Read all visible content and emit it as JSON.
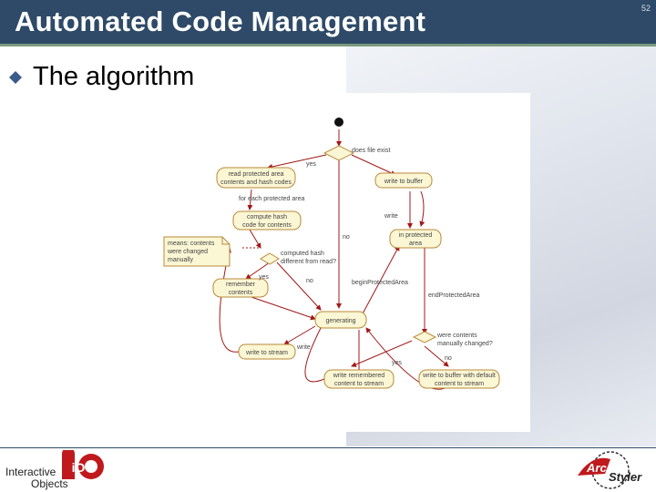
{
  "slide": {
    "title": "Automated Code Management",
    "page_number": "52",
    "bullet_text": "The algorithm"
  },
  "diagram": {
    "nodes": {
      "does_file_exist": "does file exist",
      "read_protected": [
        "read protected area",
        "contents and hash codes"
      ],
      "write_to_buffer": "write to buffer",
      "compute_hash": [
        "compute hash",
        "code for contents"
      ],
      "in_protected": [
        "in protected",
        "area"
      ],
      "note": [
        "means: contents",
        "were changed",
        "manually"
      ],
      "computed_hash_q": [
        "computed hash",
        "different from read?"
      ],
      "remember": [
        "remember",
        "contents"
      ],
      "generating": "generating",
      "were_changed_q": [
        "were contents",
        "manually changed?"
      ],
      "write_to_stream": "write to stream",
      "write_remembered": [
        "write remembered",
        "content to stream"
      ],
      "write_buffer_default": [
        "write to buffer with default",
        "content to stream"
      ]
    },
    "edges": {
      "yes1": "yes",
      "for_each": "for each protected area",
      "write": "write",
      "no1": "no",
      "yes2": "yes",
      "no2": "no",
      "begin": "beginProtectedArea",
      "end": "endProtectedArea",
      "write2": "write",
      "no3": "no",
      "yes3": "yes"
    },
    "colors": {
      "node_fill": "#fbf6d4",
      "node_stroke": "#b88a3a",
      "arrow": "#a11818",
      "start": "#111111"
    }
  },
  "footer": {
    "left_logo_text": [
      "Interactive",
      "Objects"
    ],
    "left_logo_mark": "iO",
    "right_logo_mark": "Arc",
    "right_logo_text": "Styler"
  }
}
